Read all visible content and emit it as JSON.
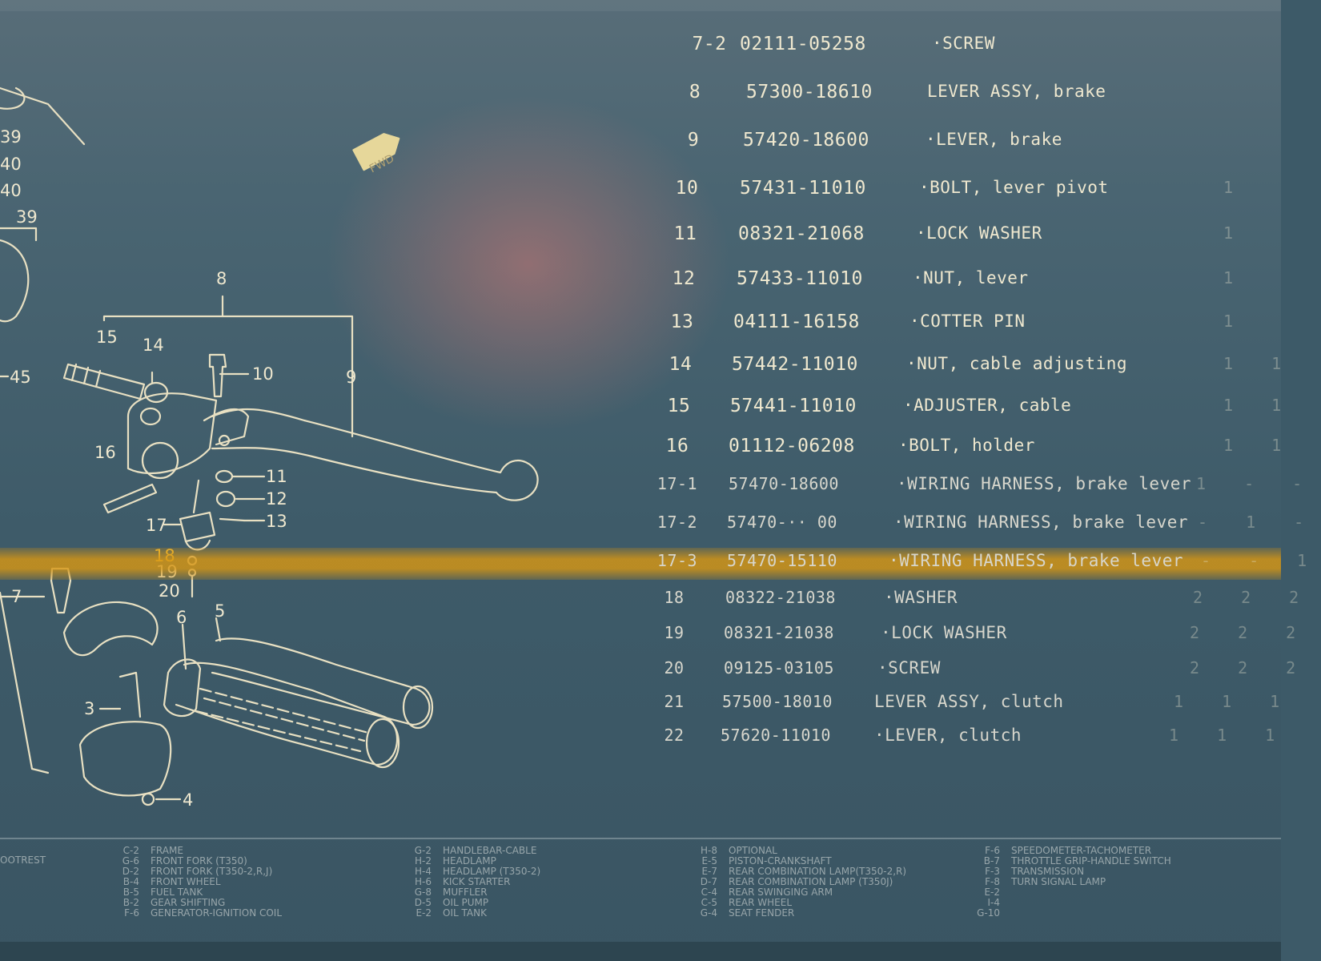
{
  "diagram": {
    "fwd_label": "FWD",
    "callouts": [
      "8",
      "15",
      "14",
      "10",
      "9",
      "16",
      "11",
      "12",
      "13",
      "17",
      "18",
      "19",
      "20",
      "7",
      "6",
      "5",
      "3",
      "4",
      "39",
      "40",
      "40",
      "39",
      "45"
    ]
  },
  "parts_list": {
    "rows": [
      {
        "ref": "7-2",
        "part_no": "02111-05258",
        "desc": "·SCREW",
        "qty": ""
      },
      {
        "ref": "8",
        "part_no": "57300-18610",
        "desc": "LEVER ASSY, brake",
        "qty": ""
      },
      {
        "ref": "9",
        "part_no": "57420-18600",
        "desc": "·LEVER, brake",
        "qty": ""
      },
      {
        "ref": "10",
        "part_no": "57431-11010",
        "desc": "·BOLT, lever pivot",
        "qty": "1"
      },
      {
        "ref": "11",
        "part_no": "08321-21068",
        "desc": "·LOCK WASHER",
        "qty": "1"
      },
      {
        "ref": "12",
        "part_no": "57433-11010",
        "desc": "·NUT, lever",
        "qty": "1"
      },
      {
        "ref": "13",
        "part_no": "04111-16158",
        "desc": "·COTTER PIN",
        "qty": "1"
      },
      {
        "ref": "14",
        "part_no": "57442-11010",
        "desc": "·NUT, cable adjusting",
        "qty": "1 1"
      },
      {
        "ref": "15",
        "part_no": "57441-11010",
        "desc": "·ADJUSTER, cable",
        "qty": "1 1"
      },
      {
        "ref": "16",
        "part_no": "01112-06208",
        "desc": "·BOLT, holder",
        "qty": "1 1"
      },
      {
        "ref": "17-1",
        "part_no": "57470-18600",
        "desc": "·WIRING HARNESS, brake lever",
        "qty": "1 - -"
      },
      {
        "ref": "17-2",
        "part_no": "57470-·· 00",
        "desc": "·WIRING HARNESS, brake lever",
        "qty": "- 1 -"
      },
      {
        "ref": "17-3",
        "part_no": "57470-15110",
        "desc": "·WIRING HARNESS, brake lever",
        "qty": "- - 1"
      },
      {
        "ref": "18",
        "part_no": "08322-21038",
        "desc": "·WASHER",
        "qty": "2 2 2"
      },
      {
        "ref": "19",
        "part_no": "08321-21038",
        "desc": "·LOCK WASHER",
        "qty": "2 2 2"
      },
      {
        "ref": "20",
        "part_no": "09125-03105",
        "desc": "·SCREW",
        "qty": "2 2 2"
      },
      {
        "ref": "21",
        "part_no": "57500-18010",
        "desc": "LEVER ASSY, clutch",
        "qty": "1 1 1"
      },
      {
        "ref": "22",
        "part_no": "57620-11010",
        "desc": "·LEVER, clutch",
        "qty": "1 1 1"
      }
    ]
  },
  "footer_index": {
    "columns": [
      [
        {
          "code": "",
          "name": "OOTREST"
        }
      ],
      [
        {
          "code": "C-2",
          "name": "FRAME"
        },
        {
          "code": "G-6",
          "name": "FRONT FORK (T350)"
        },
        {
          "code": "D-2",
          "name": "FRONT FORK (T350-2,R,J)"
        },
        {
          "code": "B-4",
          "name": "FRONT WHEEL"
        },
        {
          "code": "B-5",
          "name": "FUEL TANK"
        },
        {
          "code": "B-2",
          "name": "GEAR SHIFTING"
        },
        {
          "code": "F-6",
          "name": "GENERATOR-IGNITION COIL"
        }
      ],
      [
        {
          "code": "G-2",
          "name": "HANDLEBAR-CABLE"
        },
        {
          "code": "H-2",
          "name": "HEADLAMP"
        },
        {
          "code": "H-4",
          "name": "HEADLAMP (T350-2)"
        },
        {
          "code": "H-6",
          "name": "KICK STARTER"
        },
        {
          "code": "G-8",
          "name": "MUFFLER"
        },
        {
          "code": "D-5",
          "name": "OIL PUMP"
        },
        {
          "code": "E-2",
          "name": "OIL TANK"
        }
      ],
      [
        {
          "code": "H-8",
          "name": "OPTIONAL"
        },
        {
          "code": "E-5",
          "name": "PISTON-CRANKSHAFT"
        },
        {
          "code": "E-7",
          "name": "REAR COMBINATION LAMP(T350-2,R)"
        },
        {
          "code": "D-7",
          "name": "REAR COMBINATION LAMP (T350J)"
        },
        {
          "code": "C-4",
          "name": "REAR SWINGING ARM"
        },
        {
          "code": "C-5",
          "name": "REAR WHEEL"
        },
        {
          "code": "G-4",
          "name": "SEAT FENDER"
        }
      ],
      [
        {
          "code": "F-6",
          "name": "SPEEDOMETER-TACHOMETER"
        },
        {
          "code": "B-7",
          "name": "THROTTLE GRIP-HANDLE SWITCH"
        },
        {
          "code": "F-3",
          "name": "TRANSMISSION"
        },
        {
          "code": "F-8",
          "name": "TURN SIGNAL LAMP"
        },
        {
          "code": "E-2",
          "name": ""
        },
        {
          "code": "I-4",
          "name": ""
        },
        {
          "code": "G-10",
          "name": ""
        }
      ]
    ]
  },
  "colors": {
    "background": "#3d5a68",
    "text": "#efe8cf",
    "highlight_row": "#d6961a",
    "highlight_text": "#f4c03c"
  }
}
